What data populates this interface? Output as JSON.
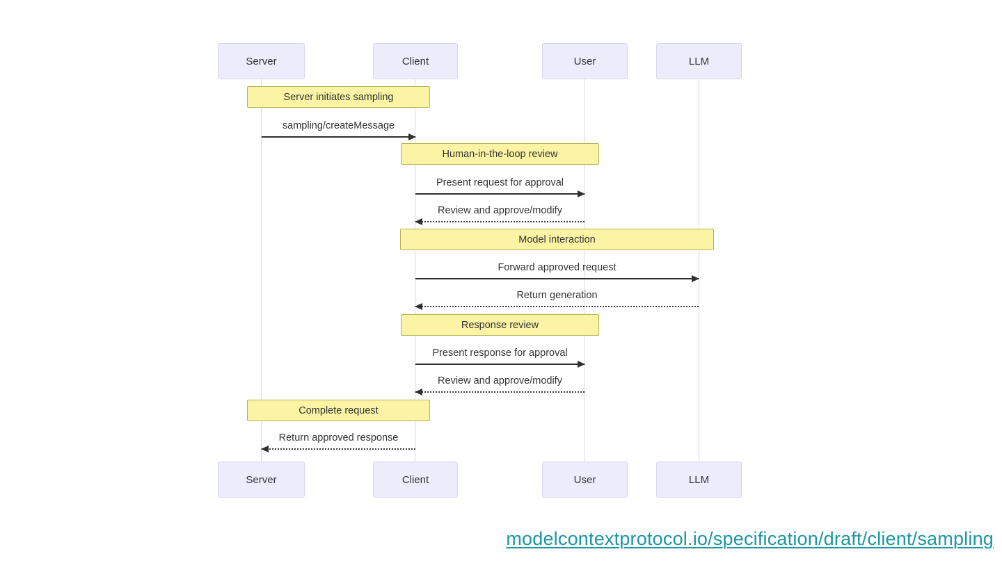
{
  "diagram": {
    "type": "sequence",
    "actors": [
      {
        "label": "Server"
      },
      {
        "label": "Client"
      },
      {
        "label": "User"
      },
      {
        "label": "LLM"
      }
    ],
    "notes": [
      {
        "label": "Server initiates sampling",
        "over": [
          "Server",
          "Client"
        ]
      },
      {
        "label": "Human-in-the-loop review",
        "over": [
          "Client",
          "User"
        ]
      },
      {
        "label": "Model interaction",
        "over": [
          "Client",
          "LLM"
        ]
      },
      {
        "label": "Response review",
        "over": [
          "Client",
          "User"
        ]
      },
      {
        "label": "Complete request",
        "over": [
          "Server",
          "Client"
        ]
      }
    ],
    "messages": [
      {
        "label": "sampling/createMessage",
        "from": "Server",
        "to": "Client",
        "line": "solid"
      },
      {
        "label": "Present request for approval",
        "from": "Client",
        "to": "User",
        "line": "solid"
      },
      {
        "label": "Review and approve/modify",
        "from": "User",
        "to": "Client",
        "line": "dashed"
      },
      {
        "label": "Forward approved request",
        "from": "Client",
        "to": "LLM",
        "line": "solid"
      },
      {
        "label": "Return generation",
        "from": "LLM",
        "to": "Client",
        "line": "dashed"
      },
      {
        "label": "Present response for approval",
        "from": "Client",
        "to": "User",
        "line": "solid"
      },
      {
        "label": "Review and approve/modify",
        "from": "User",
        "to": "Client",
        "line": "dashed"
      },
      {
        "label": "Return approved response",
        "from": "Client",
        "to": "Server",
        "line": "dashed"
      }
    ],
    "colors": {
      "actor_fill": "#ececfb",
      "actor_border": "#d7d7f0",
      "note_fill": "#fbf4a4",
      "note_border": "#b3b356",
      "lifeline": "#d9d9e3",
      "arrow": "#2f2f2f",
      "text": "#333333",
      "background": "#ffffff",
      "link": "#1b96a5"
    }
  },
  "footer": {
    "link_text": "modelcontextprotocol.io/specification/draft/client/sampling"
  }
}
